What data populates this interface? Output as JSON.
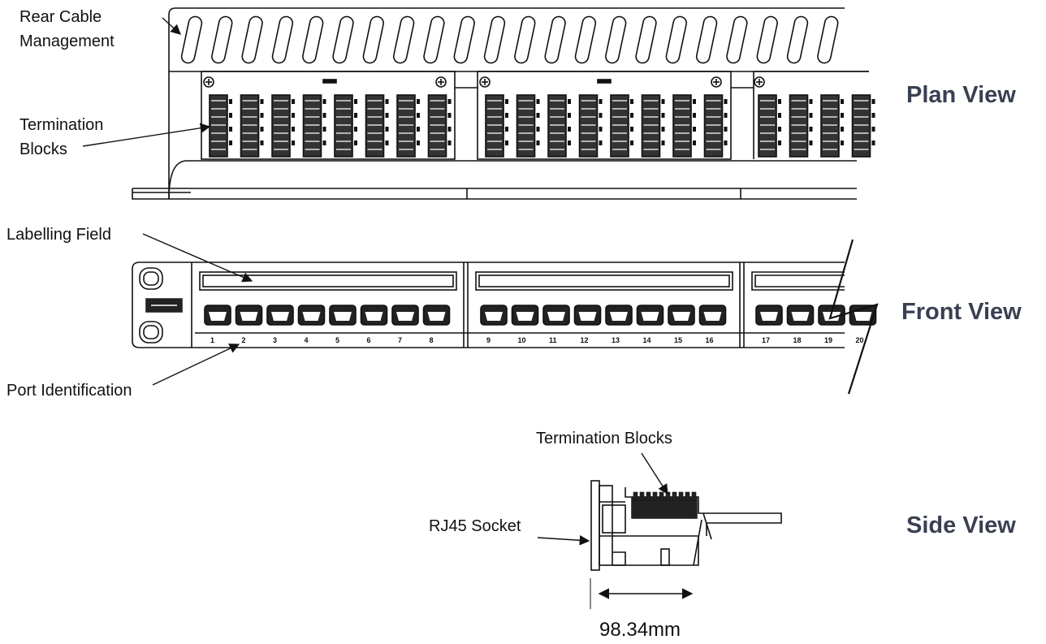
{
  "views": {
    "plan": "Plan View",
    "front": "Front View",
    "side": "Side View"
  },
  "callouts": {
    "rear_cable_line1": "Rear Cable",
    "rear_cable_line2": "Management",
    "termination_line1": "Termination",
    "termination_line2": "Blocks",
    "labelling_field": "Labelling Field",
    "port_identification": "Port Identification",
    "termination_blocks": "Termination Blocks",
    "rj45_socket": "RJ45 Socket"
  },
  "dimension": "98.34mm",
  "ports": {
    "group1": [
      "1",
      "2",
      "3",
      "4",
      "5",
      "6",
      "7",
      "8"
    ],
    "group2": [
      "9",
      "10",
      "11",
      "12",
      "13",
      "14",
      "15",
      "16"
    ],
    "group3": [
      "17",
      "18",
      "19",
      "20"
    ]
  },
  "colors": {
    "line": "#111111",
    "view_label": "#3a4052"
  }
}
